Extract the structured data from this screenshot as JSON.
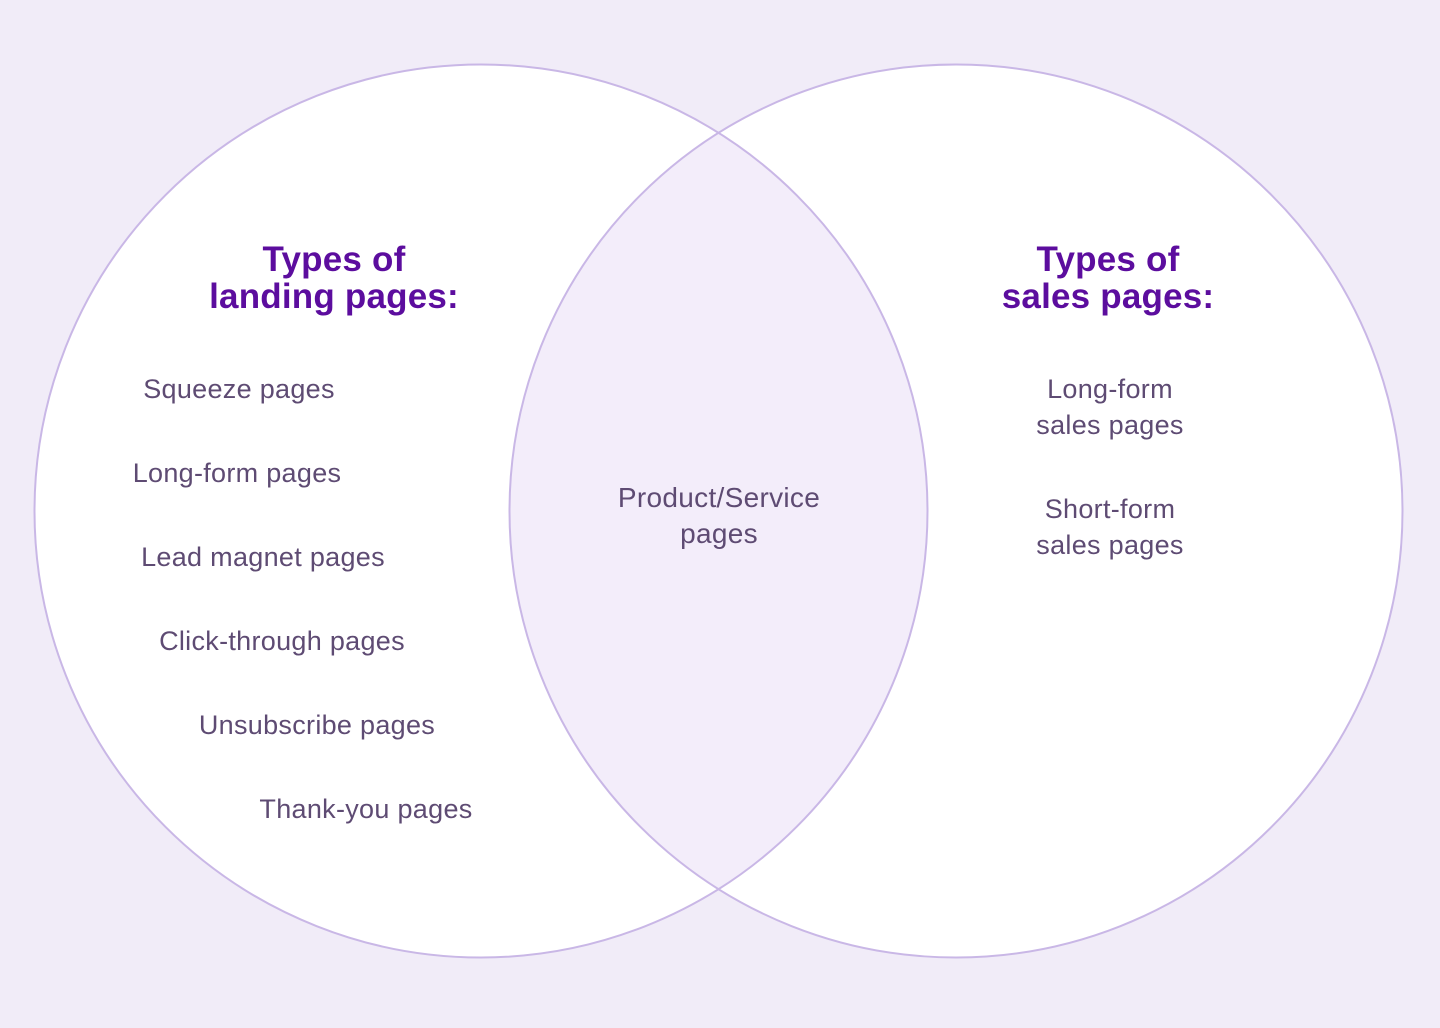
{
  "diagram": {
    "type": "venn",
    "left_circle": {
      "title": "Types of\nlanding pages:",
      "items": [
        "Squeeze pages",
        "Long-form pages",
        "Lead magnet pages",
        "Click-through pages",
        "Unsubscribe pages",
        "Thank-you pages"
      ]
    },
    "right_circle": {
      "title": "Types of\nsales pages:",
      "items": [
        "Long-form\nsales pages",
        "Short-form\nsales pages"
      ]
    },
    "intersection": {
      "label": "Product/Service\npages"
    },
    "colors": {
      "background": "#f1ecf8",
      "circle_fill": "#ffffff",
      "circle_stroke": "#c9b7e6",
      "overlap_fill": "#f3edfa",
      "title": "#5c0d9e",
      "body_text": "#5e4b73"
    }
  }
}
